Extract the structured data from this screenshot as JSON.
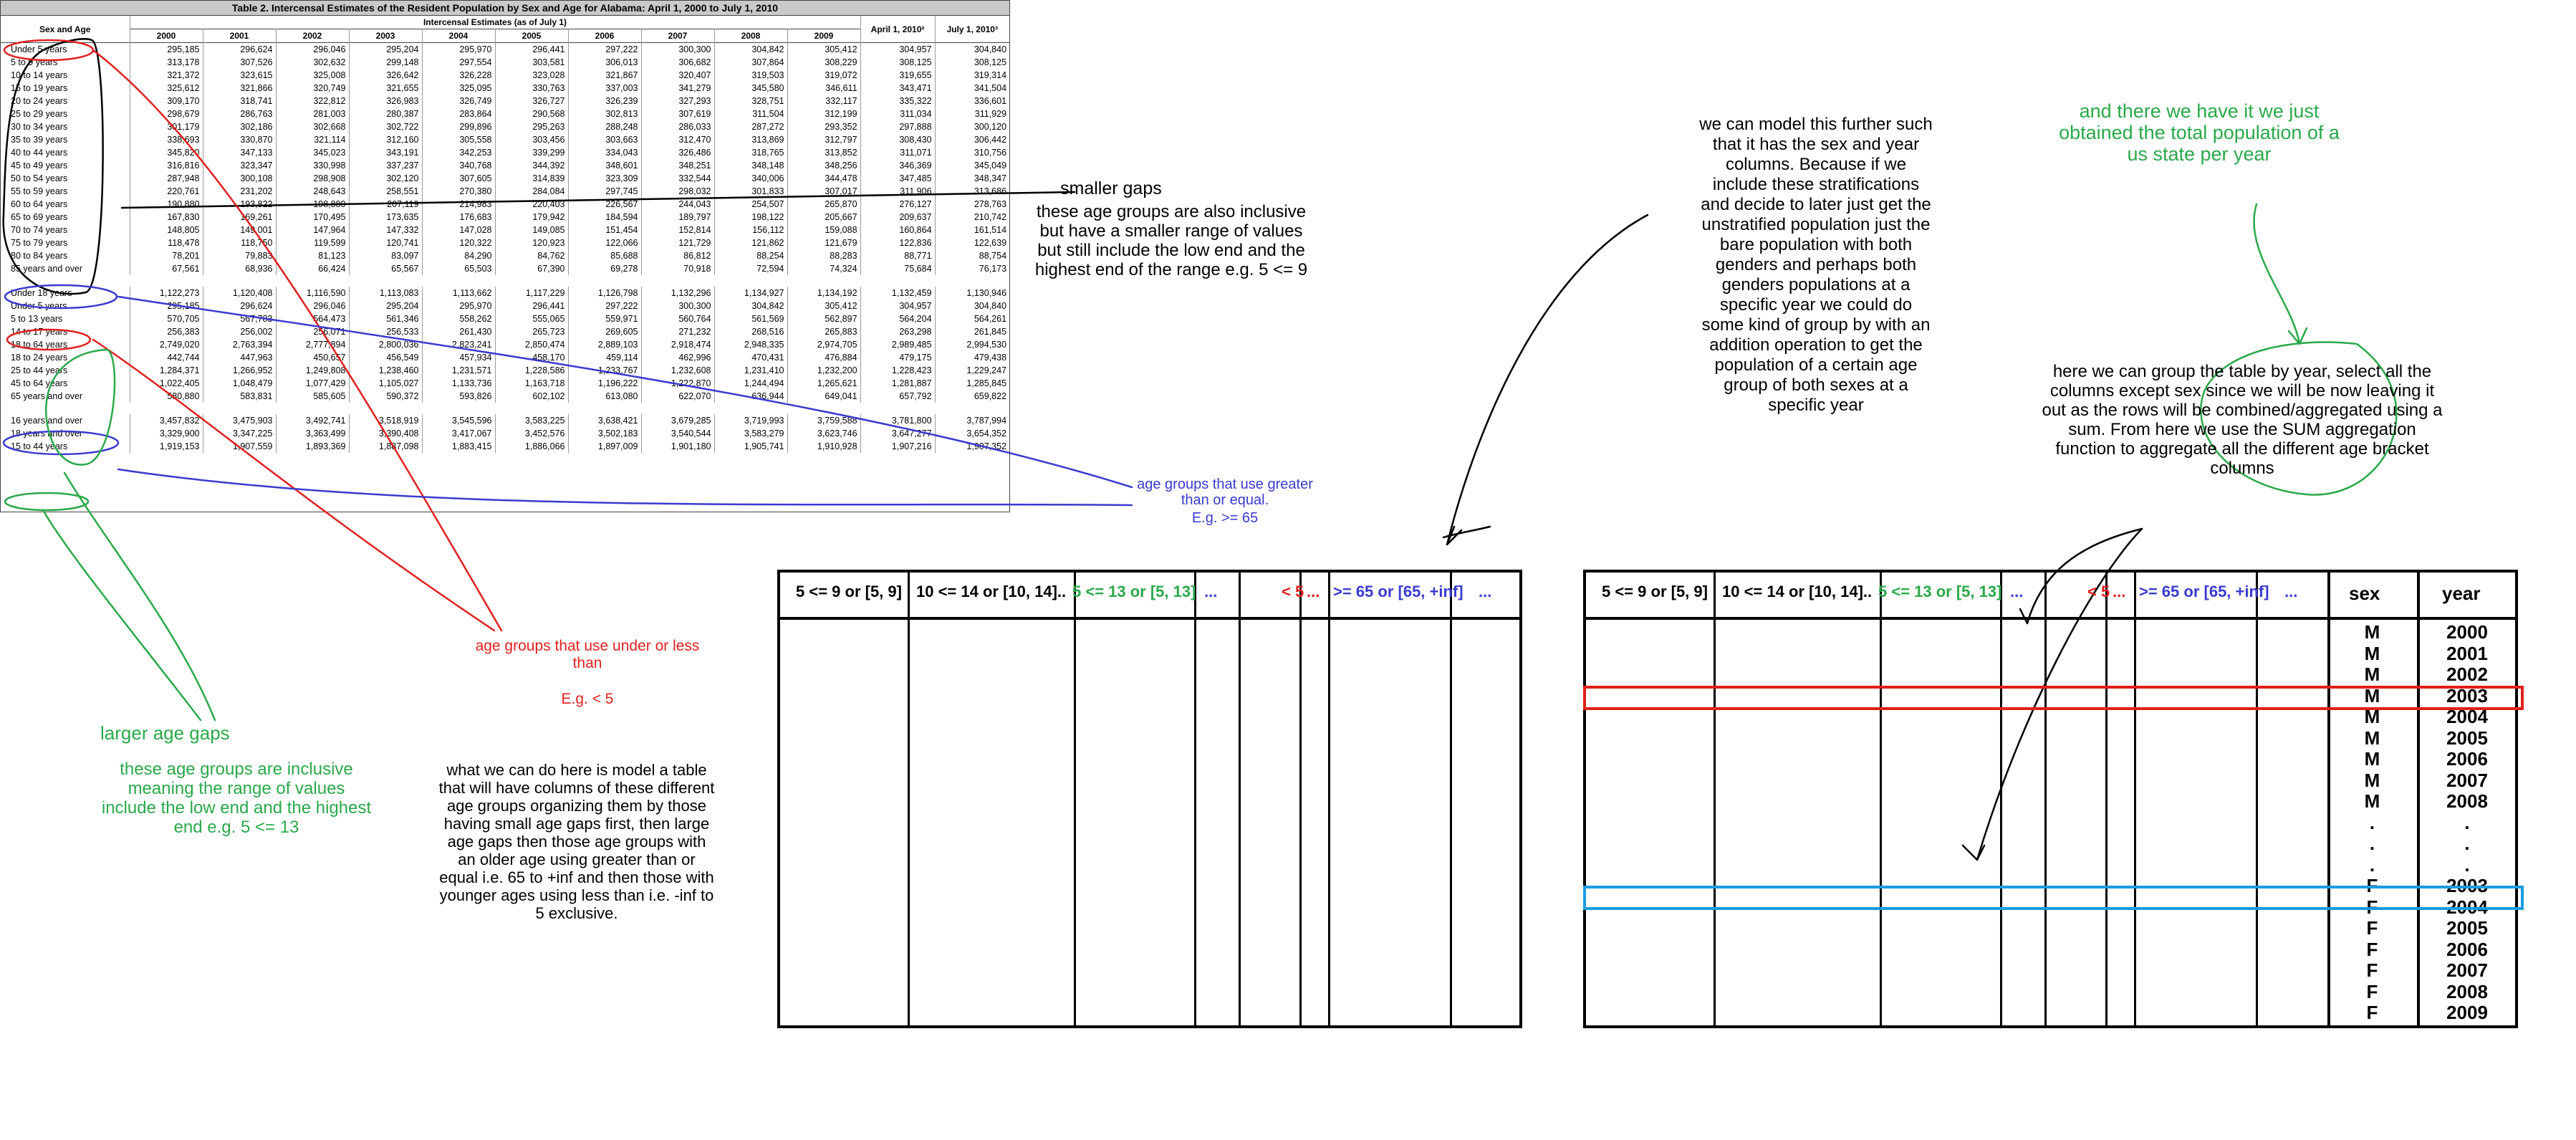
{
  "census": {
    "title": "Table 2. Intercensal Estimates of the Resident Population by Sex and Age for Alabama: April 1, 2000 to July 1, 2010",
    "col_label": "Sex and Age",
    "group_label": "Intercensal Estimates (as of July 1)",
    "years": [
      "2000",
      "2001",
      "2002",
      "2003",
      "2004",
      "2005",
      "2006",
      "2007",
      "2008",
      "2009"
    ],
    "extra_cols": [
      "April 1, 2010²",
      "July 1, 2010³"
    ],
    "block1": [
      [
        "Under 5 years",
        "295,185",
        "296,624",
        "296,046",
        "295,204",
        "295,970",
        "296,441",
        "297,222",
        "300,300",
        "304,842",
        "305,412",
        "304,957",
        "304,840"
      ],
      [
        "5 to 9 years",
        "313,178",
        "307,526",
        "302,632",
        "299,148",
        "297,554",
        "303,581",
        "306,013",
        "306,682",
        "307,864",
        "308,229",
        "308,125",
        "308,125"
      ],
      [
        "10 to 14 years",
        "321,372",
        "323,615",
        "325,008",
        "326,642",
        "326,228",
        "323,028",
        "321,867",
        "320,407",
        "319,503",
        "319,072",
        "319,655",
        "319,314"
      ],
      [
        "15 to 19 years",
        "325,612",
        "321,866",
        "320,749",
        "321,655",
        "325,095",
        "330,763",
        "337,003",
        "341,279",
        "345,580",
        "346,611",
        "343,471",
        "341,504"
      ],
      [
        "20 to 24 years",
        "309,170",
        "318,741",
        "322,812",
        "326,983",
        "326,749",
        "326,727",
        "326,239",
        "327,293",
        "328,751",
        "332,117",
        "335,322",
        "336,601"
      ],
      [
        "25 to 29 years",
        "298,679",
        "286,763",
        "281,003",
        "280,387",
        "283,864",
        "290,568",
        "302,813",
        "307,619",
        "311,504",
        "312,199",
        "311,034",
        "311,929"
      ],
      [
        "30 to 34 years",
        "301,179",
        "302,186",
        "302,668",
        "302,722",
        "299,896",
        "295,263",
        "288,248",
        "286,033",
        "287,272",
        "293,352",
        "297,888",
        "300,120"
      ],
      [
        "35 to 39 years",
        "338,693",
        "330,870",
        "321,114",
        "312,160",
        "305,558",
        "303,456",
        "303,663",
        "312,470",
        "313,869",
        "312,797",
        "308,430",
        "306,442"
      ],
      [
        "40 to 44 years",
        "345,820",
        "347,133",
        "345,023",
        "343,191",
        "342,253",
        "339,299",
        "334,043",
        "326,486",
        "318,765",
        "313,852",
        "311,071",
        "310,756"
      ],
      [
        "45 to 49 years",
        "316,816",
        "323,347",
        "330,998",
        "337,237",
        "340,768",
        "344,392",
        "348,601",
        "348,251",
        "348,148",
        "348,256",
        "346,369",
        "345,049"
      ],
      [
        "50 to 54 years",
        "287,948",
        "300,108",
        "298,908",
        "302,120",
        "307,605",
        "314,839",
        "323,309",
        "332,544",
        "340,006",
        "344,478",
        "347,485",
        "348,347"
      ],
      [
        "55 to 59 years",
        "220,761",
        "231,202",
        "248,643",
        "258,551",
        "270,380",
        "284,084",
        "297,745",
        "298,032",
        "301,833",
        "307,017",
        "311,906",
        "313,686"
      ],
      [
        "60 to 64 years",
        "190,880",
        "193,822",
        "198,880",
        "207,119",
        "214,983",
        "220,403",
        "226,567",
        "244,043",
        "254,507",
        "265,870",
        "276,127",
        "278,763"
      ],
      [
        "65 to 69 years",
        "167,830",
        "169,261",
        "170,495",
        "173,635",
        "176,683",
        "179,942",
        "184,594",
        "189,797",
        "198,122",
        "205,667",
        "209,637",
        "210,742"
      ],
      [
        "70 to 74 years",
        "148,805",
        "149,001",
        "147,964",
        "147,332",
        "147,028",
        "149,085",
        "151,454",
        "152,814",
        "156,112",
        "159,088",
        "160,864",
        "161,514"
      ],
      [
        "75 to 79 years",
        "118,478",
        "118,750",
        "119,599",
        "120,741",
        "120,322",
        "120,923",
        "122,066",
        "121,729",
        "121,862",
        "121,679",
        "122,836",
        "122,639"
      ],
      [
        "80 to 84 years",
        "78,201",
        "79,883",
        "81,123",
        "83,097",
        "84,290",
        "84,762",
        "85,688",
        "86,812",
        "88,254",
        "88,283",
        "88,771",
        "88,754"
      ],
      [
        "85 years and over",
        "67,561",
        "68,936",
        "66,424",
        "65,567",
        "65,503",
        "67,390",
        "69,278",
        "70,918",
        "72,594",
        "74,324",
        "75,684",
        "76,173"
      ]
    ],
    "block2": [
      [
        "Under 18 years",
        "1,122,273",
        "1,120,408",
        "1,116,590",
        "1,113,083",
        "1,113,662",
        "1,117,229",
        "1,126,798",
        "1,132,296",
        "1,134,927",
        "1,134,192",
        "1,132,459",
        "1,130,946"
      ],
      [
        "Under 5 years",
        "295,185",
        "296,624",
        "296,046",
        "295,204",
        "295,970",
        "296,441",
        "297,222",
        "300,300",
        "304,842",
        "305,412",
        "304,957",
        "304,840"
      ],
      [
        "5 to 13 years",
        "570,705",
        "567,783",
        "564,473",
        "561,346",
        "558,262",
        "555,065",
        "559,971",
        "560,764",
        "561,569",
        "562,897",
        "564,204",
        "564,261"
      ],
      [
        "14 to 17 years",
        "256,383",
        "256,002",
        "256,071",
        "256,533",
        "261,430",
        "265,723",
        "269,605",
        "271,232",
        "268,516",
        "265,883",
        "263,298",
        "261,845"
      ],
      [
        "18 to 64 years",
        "2,749,020",
        "2,763,394",
        "2,777,894",
        "2,800,036",
        "2,823,241",
        "2,850,474",
        "2,889,103",
        "2,918,474",
        "2,948,335",
        "2,974,705",
        "2,989,485",
        "2,994,530"
      ],
      [
        "18 to 24 years",
        "442,744",
        "447,963",
        "450,657",
        "456,549",
        "457,934",
        "458,170",
        "459,114",
        "462,996",
        "470,431",
        "476,884",
        "479,175",
        "479,438"
      ],
      [
        "25 to 44 years",
        "1,284,371",
        "1,266,952",
        "1,249,808",
        "1,238,460",
        "1,231,571",
        "1,228,586",
        "1,233,767",
        "1,232,608",
        "1,231,410",
        "1,232,200",
        "1,228,423",
        "1,229,247"
      ],
      [
        "45 to 64 years",
        "1,022,405",
        "1,048,479",
        "1,077,429",
        "1,105,027",
        "1,133,736",
        "1,163,718",
        "1,196,222",
        "1,222,870",
        "1,244,494",
        "1,265,621",
        "1,281,887",
        "1,285,845"
      ],
      [
        "65 years and over",
        "580,880",
        "583,831",
        "585,605",
        "590,372",
        "593,826",
        "602,102",
        "613,080",
        "622,070",
        "636,944",
        "649,041",
        "657,792",
        "659,822"
      ]
    ],
    "block3": [
      [
        "16 years and over",
        "3,457,832",
        "3,475,903",
        "3,492,741",
        "3,518,919",
        "3,545,596",
        "3,583,225",
        "3,638,421",
        "3,679,285",
        "3,719,993",
        "3,759,588",
        "3,781,800",
        "3,787,994"
      ],
      [
        "18 years and over",
        "3,329,900",
        "3,347,225",
        "3,363,499",
        "3,390,408",
        "3,417,067",
        "3,452,576",
        "3,502,183",
        "3,540,544",
        "3,583,279",
        "3,623,746",
        "3,647,277",
        "3,654,352"
      ],
      [
        "15 to 44 years",
        "1,919,153",
        "1,907,559",
        "1,893,369",
        "1,887,098",
        "1,883,415",
        "1,886,066",
        "1,897,009",
        "1,901,180",
        "1,905,741",
        "1,910,928",
        "1,907,216",
        "1,907,352"
      ]
    ]
  },
  "notes": {
    "smaller_gaps_title": "smaller gaps",
    "smaller_gaps_body": "these age groups are also inclusive but have a smaller range of values but still include the low end and the highest end of the range e.g. 5 <= 9",
    "larger_gaps_title": "larger age gaps",
    "larger_gaps_body": "these age groups are inclusive meaning the range of values include the low end and the highest end e.g. 5 <= 13",
    "under_title": "age groups that use under or less than",
    "under_example": "E.g. < 5",
    "greater_title": "age groups that use greater than or equal.",
    "greater_example": "E.g. >= 65",
    "model_table": "what we can do here is model a table that will have columns of these different age groups organizing them by those having small age gaps first, then large age gaps then those age groups with an older age using greater than or equal i.e. 65 to +inf and then those with younger ages using less than i.e. -inf to 5 exclusive.",
    "model_further": "we can model this further such that it has the sex and year columns. Because if we include these stratifications and decide to later just get the unstratified population just the bare population with both genders and perhaps both genders populations at a specific year we could do some kind of group by with an addition operation to get the population of a certain age group of both sexes at a specific year",
    "total_pop": "and there we have it we just obtained the total population of a us state per year",
    "group_by": "here we can group the table by year, select all the columns except sex since we will be now leaving it out as the rows will be combined/aggregated using a sum. From here we use the SUM aggregation function to aggregate all the different age bracket columns"
  },
  "sketch": {
    "headers": [
      "5 <= 9 or [5, 9]",
      "10 <= 14 or [10, 14]..",
      "5 <= 13 or [5, 13]",
      "...",
      "< 5",
      "...",
      ">= 65 or [65, +inf]",
      "..."
    ],
    "sex_label": "sex",
    "year_label": "year",
    "sex_values": [
      "M",
      "M",
      "M",
      "M",
      "M",
      "M",
      "M",
      "M",
      "M",
      ".",
      ".",
      ".",
      "F",
      "F",
      "F",
      "F",
      "F",
      "F",
      "F"
    ],
    "year_values": [
      "2000",
      "2001",
      "2002",
      "2003",
      "2004",
      "2005",
      "2006",
      "2007",
      "2008",
      ".",
      ".",
      ".",
      "2003",
      "2004",
      "2005",
      "2006",
      "2007",
      "2008",
      "2009"
    ]
  },
  "colors": {
    "green": "#2aa84a",
    "red": "#e02020",
    "blue": "#3a3ad0",
    "highlight_red": "#e0201a",
    "highlight_blue": "#1a9be0"
  }
}
